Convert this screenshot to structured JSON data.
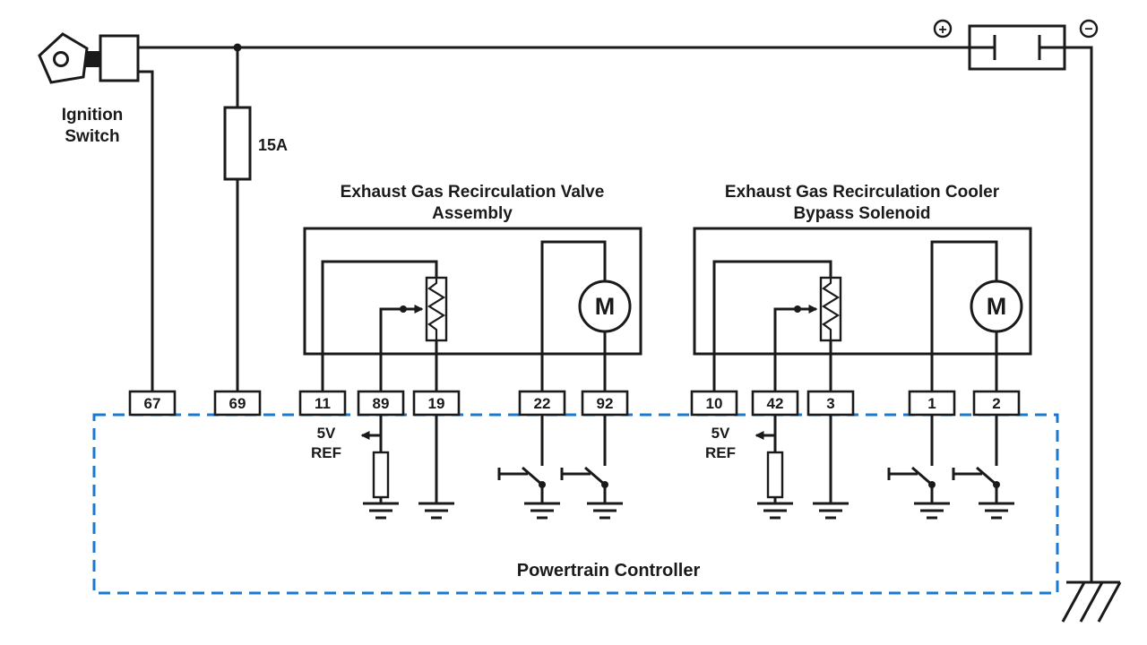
{
  "colors": {
    "wire": "#1a1a1a",
    "controller_border": "#1b78cf",
    "background": "#ffffff"
  },
  "battery": {
    "plus": "+",
    "minus": "−"
  },
  "ignition_switch": {
    "label_line1": "Ignition",
    "label_line2": "Switch"
  },
  "fuse": {
    "label": "15A"
  },
  "egr_valve_assembly": {
    "title_line1": "Exhaust Gas Recirculation Valve",
    "title_line2": "Assembly",
    "motor_label": "M"
  },
  "egr_cooler_solenoid": {
    "title_line1": "Exhaust Gas Recirculation Cooler",
    "title_line2": "Bypass Solenoid",
    "motor_label": "M"
  },
  "powertrain_controller": {
    "label": "Powertrain Controller",
    "ref_left_line1": "5V",
    "ref_left_line2": "REF",
    "ref_right_line1": "5V",
    "ref_right_line2": "REF"
  },
  "pins": [
    "67",
    "69",
    "11",
    "89",
    "19",
    "22",
    "92",
    "10",
    "42",
    "3",
    "1",
    "2"
  ]
}
